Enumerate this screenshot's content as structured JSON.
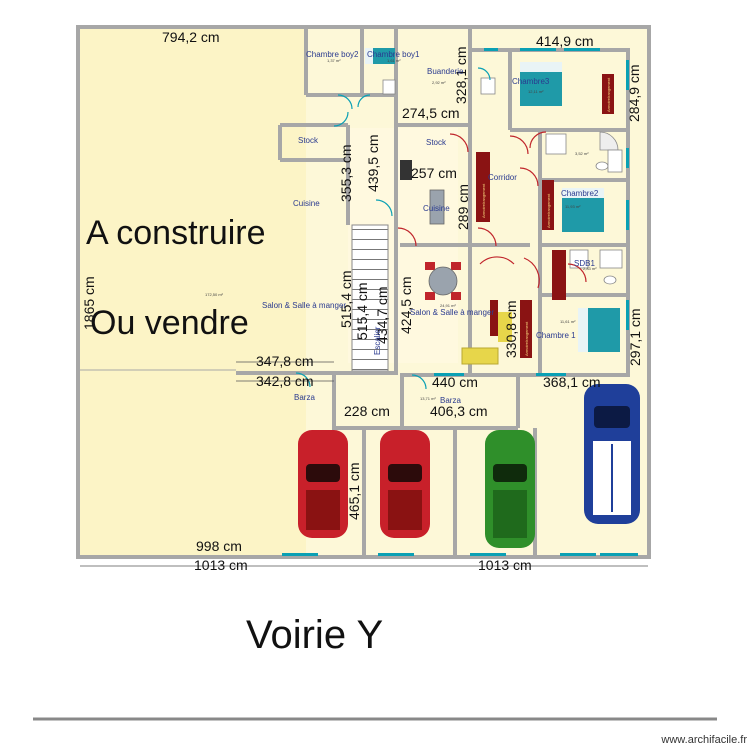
{
  "labels": {
    "a_construire": "A construire",
    "ou_vendre": "Ou vendre",
    "voirie": "Voirie Y",
    "credit": "www.archifacile.fr"
  },
  "rooms": {
    "chambre_boy2": "Chambre boy2",
    "chambre_boy1": "Chambre boy1",
    "buanderie": "Buanderie",
    "chambre3": "Chambre3",
    "stock_left": "Stock",
    "stock_mid": "Stock",
    "cuisine_left": "Cuisine",
    "cuisine_mid": "Cuisine",
    "corridor": "Corridor",
    "chambre2": "Chambre2",
    "sdb1": "SDB1",
    "salon_left": "Salon & Salle à manger",
    "salon_mid": "Salon & Salle à manger",
    "chambre1": "Chambre 1",
    "barza_left": "Barza",
    "barza_mid": "Barza",
    "escalier": "Escalier"
  },
  "areas": {
    "boy2": "1,37 m²",
    "boy1": "1,61 m²",
    "buanderie": "2,92 m²",
    "chambre3": "12,11 m²",
    "sdb_top": "3,52 m²",
    "chambre2": "11,93 m²",
    "sdb1": "2,83 m²",
    "main": "172,50 m²",
    "salon": "24,91 m²",
    "chambre1": "11,61 m²",
    "barza": "13,71 m²"
  },
  "furniture": {
    "armoire_corridor": "Armoire/rangement",
    "armoire_ch3": "Armoire/rangement",
    "armoire_ch2": "Armoire/rangement",
    "armoire_ch1": "Armoire/rangement"
  },
  "dimensions": {
    "top_left": "794,2 cm",
    "top_right": "414,9 cm",
    "d_328": "328,1 cm",
    "d_2745": "274,5 cm",
    "d_2849": "284,9 cm",
    "d_4395": "439,5 cm",
    "d_3553": "355,3 cm",
    "d_257": "257 cm",
    "d_289": "289 cm",
    "d_1865": "1865 cm",
    "d_5154a": "515,4 cm",
    "d_5154b": "515,4 cm",
    "d_4347": "434,7 cm",
    "d_4245": "424,5 cm",
    "d_3308": "330,8 cm",
    "d_2971": "297,1 cm",
    "d_3478": "347,8 cm",
    "d_3428": "342,8 cm",
    "d_440": "440 cm",
    "d_3681": "368,1 cm",
    "d_228": "228 cm",
    "d_4063": "406,3 cm",
    "d_4651": "465,1 cm",
    "d_998": "998 cm",
    "d_1013a": "1013 cm",
    "d_1013b": "1013 cm"
  },
  "colors": {
    "wall": "#a7a7a7",
    "terrain": "#fdf8d8",
    "bed": "#1f9aa8",
    "wardrobe": "#8a1313",
    "door": "#0aa0b4",
    "car_red": "#c8202a",
    "car_green": "#2f8f2a",
    "car_blue": "#1f3f9a"
  }
}
